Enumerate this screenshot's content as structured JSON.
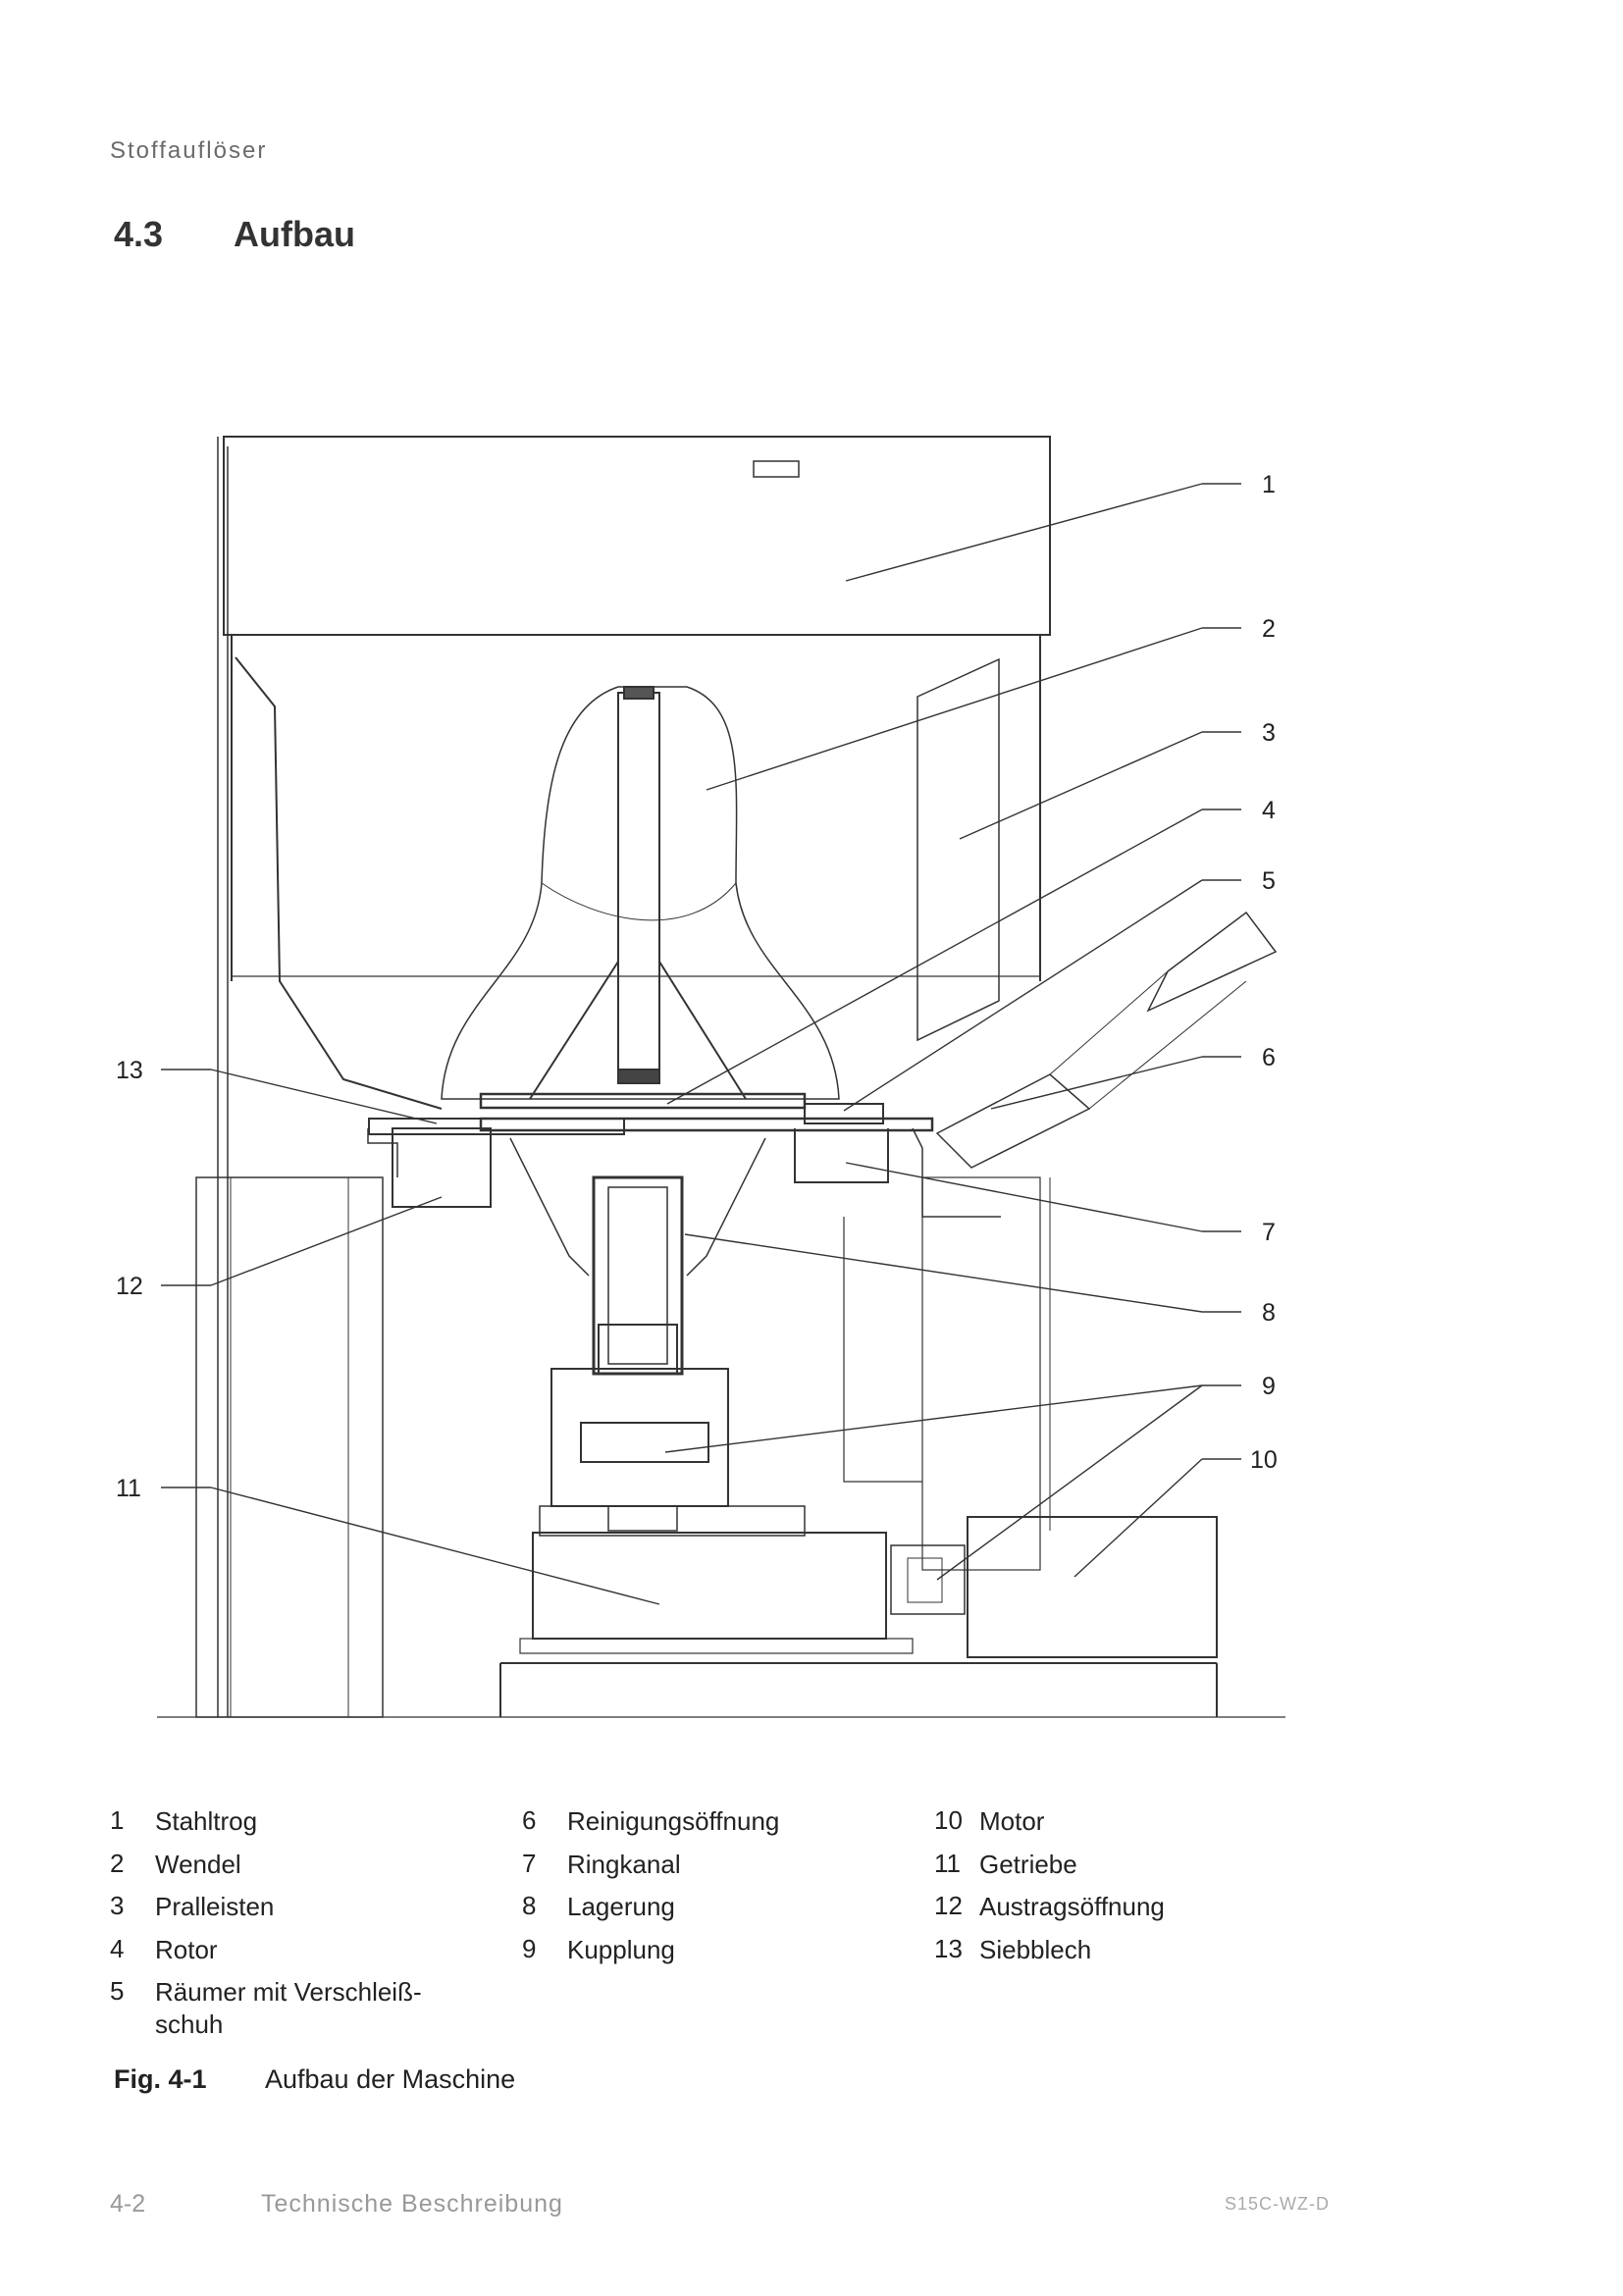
{
  "header": {
    "running_title": "Stoffauflöser",
    "section_number": "4.3",
    "section_title": "Aufbau"
  },
  "figure": {
    "callouts": [
      "1",
      "2",
      "3",
      "4",
      "5",
      "6",
      "7",
      "8",
      "9",
      "10",
      "11",
      "12",
      "13"
    ]
  },
  "legend": {
    "col1": [
      {
        "num": "1",
        "text": "Stahltrog"
      },
      {
        "num": "2",
        "text": "Wendel"
      },
      {
        "num": "3",
        "text": "Pralleisten"
      },
      {
        "num": "4",
        "text": "Rotor"
      },
      {
        "num": "5",
        "text": "Räumer mit Verschleiß-\nschuh"
      }
    ],
    "col2": [
      {
        "num": "6",
        "text": "Reinigungsöffnung"
      },
      {
        "num": "7",
        "text": "Ringkanal"
      },
      {
        "num": "8",
        "text": "Lagerung"
      },
      {
        "num": "9",
        "text": "Kupplung"
      }
    ],
    "col3": [
      {
        "num": "10",
        "text": "Motor"
      },
      {
        "num": "11",
        "text": "Getriebe"
      },
      {
        "num": "12",
        "text": "Austragsöffnung"
      },
      {
        "num": "13",
        "text": "Siebblech"
      }
    ]
  },
  "caption": {
    "number": "Fig. 4-1",
    "text": "Aufbau der Maschine"
  },
  "footer": {
    "page": "4-2",
    "title": "Technische Beschreibung",
    "code": "S15C-WZ-D"
  }
}
